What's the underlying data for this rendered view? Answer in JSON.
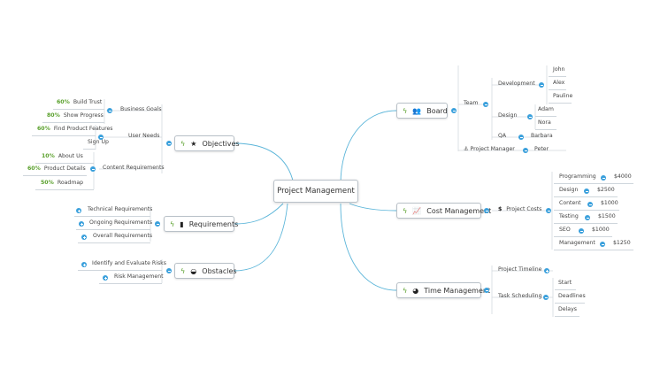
{
  "root": {
    "label": "Project Management"
  },
  "branches": {
    "board": {
      "label": "Board",
      "icon": "people-icon"
    },
    "cost": {
      "label": "Cost Management",
      "icon": "chart-icon"
    },
    "time": {
      "label": "Time Management",
      "icon": "clock-icon"
    },
    "objectives": {
      "label": "Objectives",
      "icon": "star-icon"
    },
    "requirements": {
      "label": "Requirements",
      "icon": "book-icon"
    },
    "obstacles": {
      "label": "Obstacles",
      "icon": "cube-icon"
    }
  },
  "board": {
    "team": "Team",
    "development": "Development",
    "dev_members": [
      "John",
      "Alex",
      "Pauline"
    ],
    "design": "Design",
    "design_members": [
      "Adam",
      "Nora"
    ],
    "qa": "QA",
    "qa_member": "Barbara",
    "project_manager": "Project Manager",
    "pm_member": "Peter"
  },
  "cost": {
    "project_costs": "Project Costs",
    "items": [
      {
        "label": "Programming",
        "value": "$4000"
      },
      {
        "label": "Design",
        "value": "$2500"
      },
      {
        "label": "Content",
        "value": "$1000"
      },
      {
        "label": "Testing",
        "value": "$1500"
      },
      {
        "label": "SEO",
        "value": "$1000"
      },
      {
        "label": "Management",
        "value": "$1250"
      }
    ]
  },
  "time": {
    "timeline": "Project Timeline",
    "scheduling": "Task Scheduling",
    "schedule_items": [
      "Start",
      "Deadlines",
      "Delays"
    ]
  },
  "objectives": {
    "business_goals": "Business Goals",
    "bg_items": [
      {
        "pct": "60%",
        "label": "Build Trust"
      },
      {
        "pct": "80%",
        "label": "Show Progress"
      }
    ],
    "user_needs": "User Needs",
    "un_items": [
      {
        "pct": "60%",
        "label": "Find Product Features"
      },
      {
        "pct": "",
        "label": "Sign Up"
      }
    ],
    "content_requirements": "Content Requirements",
    "cr_items": [
      {
        "pct": "10%",
        "label": "About Us"
      },
      {
        "pct": "60%",
        "label": "Product Details"
      },
      {
        "pct": "50%",
        "label": "Roadmap"
      }
    ]
  },
  "requirements": {
    "items": [
      "Technical Requirements",
      "Ongoing Requirements",
      "Overall Requirements"
    ]
  },
  "obstacles": {
    "items": [
      "Identify and Evaluate Risks",
      "Risk Management"
    ]
  },
  "colors": {
    "link": "#5bb5d9",
    "toggle": "#3aa0dc",
    "percent": "#5aa02c",
    "lightning": "#5aa02c"
  }
}
